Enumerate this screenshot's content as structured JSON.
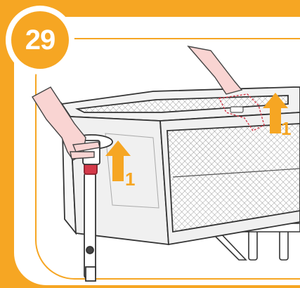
{
  "step": {
    "number": "29"
  },
  "instruction": {
    "left_arrow_label": "1",
    "right_arrow_label": "1"
  },
  "colors": {
    "accent": "#f6a623",
    "highlight": "#d43a4a",
    "skin": "#f9d4d2",
    "line": "#333333"
  }
}
